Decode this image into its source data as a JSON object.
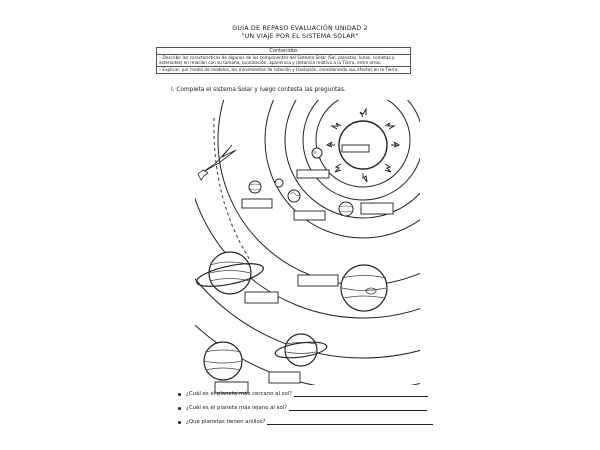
{
  "document": {
    "title_line1": "GUIA DE REPASO EVALUACIÓN UNIDAD 2",
    "title_line2": "\"UN VIAJE POR EL SISTEMA SOLAR\""
  },
  "contents": {
    "heading": "Contenidos",
    "items": [
      "– Describir las características de algunos de los componentes del Sistema Solar (Sol, planetas, lunas, cometas y asteroides) en relación con su tamaño, localización, apariencia y distancia relativa a la Tierra, entre otros.",
      "– Explicar, por medio de modelos, los movimientos de rotación y traslación, considerando sus efectos en la Tierra."
    ]
  },
  "section1": {
    "instruction": "I. Completa el sistema Solar y luego contesta las preguntas."
  },
  "questions": [
    "¿Cuál es el planeta más cercano al sol?",
    "¿Cuál es el planeta más lejano al sol?",
    "¿Qué planetas tienen anillos?"
  ]
}
